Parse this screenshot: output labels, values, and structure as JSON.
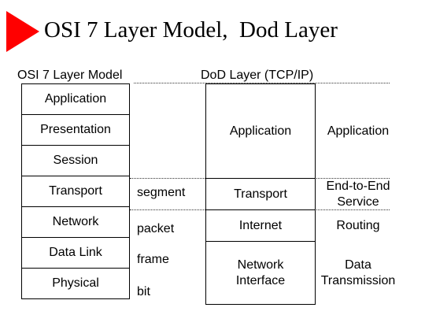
{
  "title": "OSI 7 Layer Model,  Dod Layer",
  "osi": {
    "heading": "OSI 7 Layer Model",
    "layers": [
      "Application",
      "Presentation",
      "Session",
      "Transport",
      "Network",
      "Data Link",
      "Physical"
    ]
  },
  "pdu": [
    "segment",
    "packet",
    "frame",
    "bit"
  ],
  "dod": {
    "heading": "DoD Layer (TCP/IP)",
    "layers": [
      "Application",
      "Transport",
      "Internet",
      "Network\nInterface"
    ],
    "roles": [
      "Application",
      "End-to-End\nService",
      "Routing",
      "Data\nTransmission"
    ]
  },
  "colors": {
    "arrow": "#ff0000"
  },
  "icons": {
    "title_marker": "red-triangle-arrow-icon"
  }
}
